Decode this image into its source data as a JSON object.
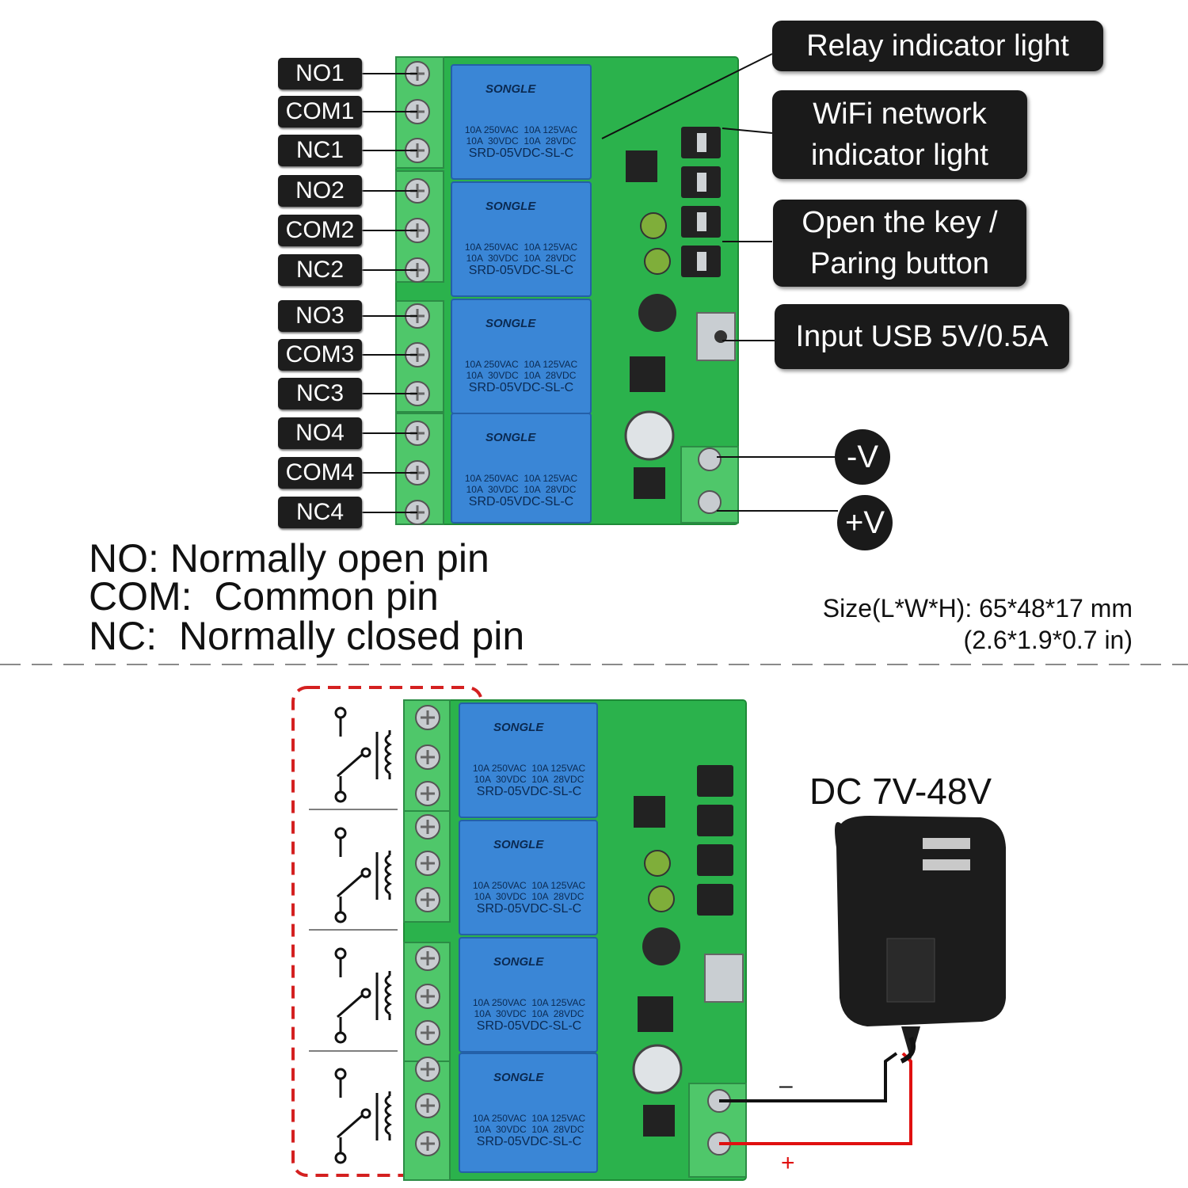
{
  "top": {
    "pins": [
      "NO1",
      "COM1",
      "NC1",
      "NO2",
      "COM2",
      "NC2",
      "NO3",
      "COM3",
      "NC3",
      "NO4",
      "COM4",
      "NC4"
    ],
    "callouts": {
      "relay_indicator": "Relay indicator light",
      "wifi_indicator": "WiFi network\nindicator light",
      "pairing_button": "Open the key /\nParing button",
      "usb_input": "Input USB 5V/0.5A"
    },
    "power": {
      "minus": "-V",
      "plus": "+V"
    },
    "legend": [
      "NO: Normally open pin",
      "COM:  Common pin",
      "NC:  Normally closed pin"
    ],
    "size": {
      "line1": "Size(L*W*H): 65*48*17 mm",
      "line2": "(2.6*1.9*0.7 in)"
    }
  },
  "bottom": {
    "supply_label": "DC 7V-48V",
    "minus": "–",
    "plus": "+"
  },
  "relay": {
    "brand": "SONGLE",
    "rating1": "10A 250VAC  10A 125VAC",
    "rating2": "10A  30VDC  10A  28VDC",
    "model": "SRD-05VDC-SL-C"
  },
  "colors": {
    "pcb": "#2bb24c",
    "terminal": "#4fc76a",
    "relay": "#3a86d6",
    "callout_bg": "#1a1a1a",
    "dashed_red": "#d42020",
    "wire_red": "#e01010"
  }
}
